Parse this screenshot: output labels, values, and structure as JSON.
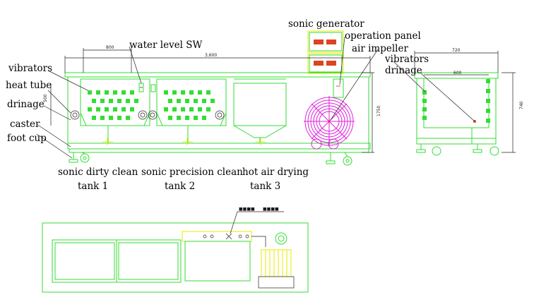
{
  "labels": {
    "sonic_generator": "sonic generator",
    "operation_panel": "operation panel",
    "water_level_sw": "water level SW",
    "air_impeller": "air impeller",
    "vibrators_left": "vibrators",
    "heat_tube": "heat tube",
    "drinage_left": "drinage",
    "caster": "caster",
    "foot_cup": "foot cup",
    "vibrators_right": "vibrators",
    "drinage_right": "drinage"
  },
  "tanks": [
    {
      "line1": "sonic dirty clean",
      "line2": "tank 1"
    },
    {
      "line1": "sonic precision clean",
      "line2": "tank 2"
    },
    {
      "line1": "hot air drying",
      "line2": "tank 3"
    }
  ],
  "dimensions": {
    "tank_width": "800",
    "overall_length": "3,600",
    "tank_height": "500",
    "overall_height": "1750",
    "side_width": "720",
    "side_inner_width": "600",
    "side_height": "740"
  },
  "plan_tags": [
    "■■■■",
    "■■■■"
  ],
  "colors": {
    "outline": "#33dd33",
    "accent_yellow": "#e8e800",
    "impeller": "#dd22dd",
    "dimension": "#222222"
  }
}
